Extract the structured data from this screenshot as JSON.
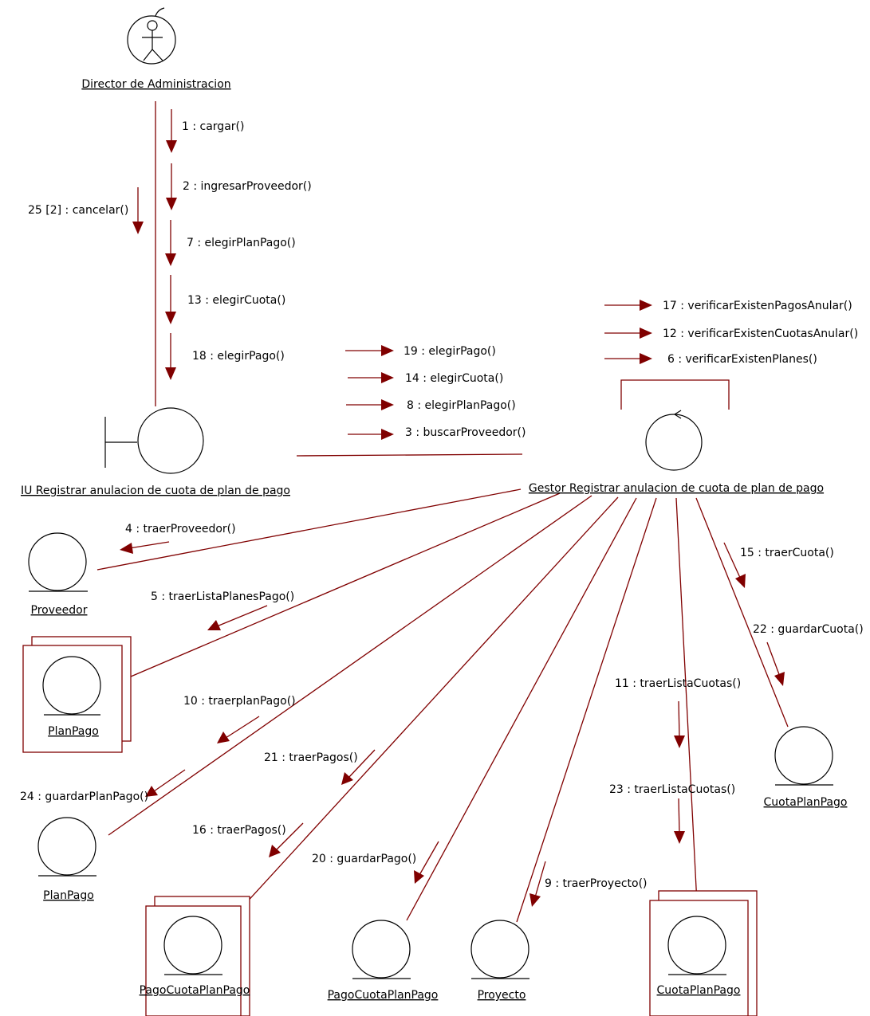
{
  "objects": {
    "director": "Director de Administracion",
    "ui": "IU Registrar anulacion de cuota de plan de pago",
    "gestor": "Gestor Registrar anulacion de cuota de plan de pago",
    "proveedor": "Proveedor",
    "plan_pago_collection": "PlanPago",
    "plan_pago": "PlanPago",
    "pago_cuota_collection": "PagoCuotaPlanPago",
    "pago_cuota": "PagoCuotaPlanPago",
    "proyecto": "Proyecto",
    "cuota_collection": "CuotaPlanPago",
    "cuota": "CuotaPlanPago"
  },
  "messages": {
    "m1": "1 : cargar()",
    "m2": "2 : ingresarProveedor()",
    "m3": "3 : buscarProveedor()",
    "m4": "4 : traerProveedor()",
    "m5": "5 : traerListaPlanesPago()",
    "m6": "6 : verificarExistenPlanes()",
    "m7": "7 : elegirPlanPago()",
    "m8": "8 : elegirPlanPago()",
    "m9": "9 : traerProyecto()",
    "m10": "10 : traerplanPago()",
    "m11": "11 : traerListaCuotas()",
    "m12": "12 : verificarExistenCuotasAnular()",
    "m13": "13 : elegirCuota()",
    "m14": "14 : elegirCuota()",
    "m15": "15 : traerCuota()",
    "m16": "16 : traerPagos()",
    "m17": "17 : verificarExistenPagosAnular()",
    "m18": "18 : elegirPago()",
    "m19": "19 : elegirPago()",
    "m20": "20 : guardarPago()",
    "m21": "21 : traerPagos()",
    "m22": "22 : guardarCuota()",
    "m23": "23 : traerListaCuotas()",
    "m24": "24 : guardarPlanPago()",
    "m25": "25 [2] : cancelar()"
  },
  "colors": {
    "link": "#800000",
    "shape": "#000000",
    "text": "#000000"
  }
}
